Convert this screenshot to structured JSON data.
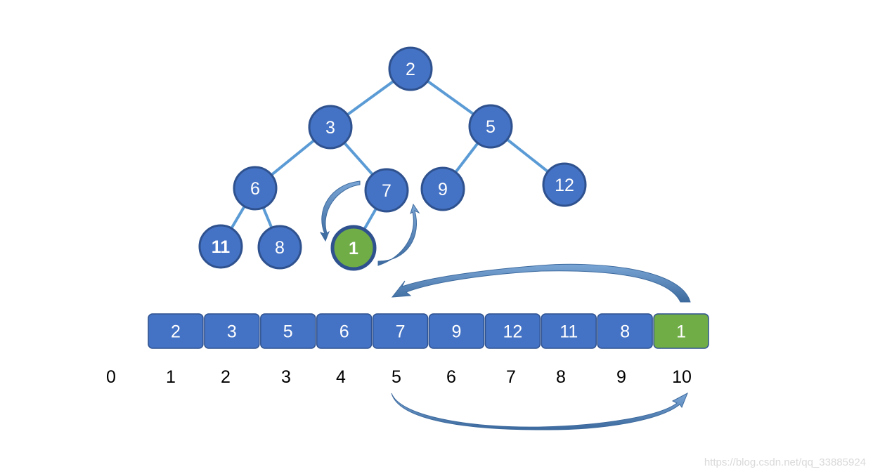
{
  "colors": {
    "node_fill": "#4472c4",
    "node_stroke": "#2f528f",
    "highlight_fill": "#70ad47",
    "edge": "#5b9bd5",
    "arrow": "#4a7cb0",
    "index_text": "#000000",
    "watermark": "#d9d9d9"
  },
  "tree": {
    "nodes": [
      {
        "id": "n2",
        "label": "2",
        "highlight": false,
        "bold": false
      },
      {
        "id": "n3",
        "label": "3",
        "highlight": false,
        "bold": false
      },
      {
        "id": "n5",
        "label": "5",
        "highlight": false,
        "bold": false
      },
      {
        "id": "n6",
        "label": "6",
        "highlight": false,
        "bold": false
      },
      {
        "id": "n7",
        "label": "7",
        "highlight": false,
        "bold": false
      },
      {
        "id": "n9",
        "label": "9",
        "highlight": false,
        "bold": false
      },
      {
        "id": "n12",
        "label": "12",
        "highlight": false,
        "bold": false
      },
      {
        "id": "n11",
        "label": "11",
        "highlight": false,
        "bold": true
      },
      {
        "id": "n8",
        "label": "8",
        "highlight": false,
        "bold": false
      },
      {
        "id": "n1",
        "label": "1",
        "highlight": true,
        "bold": true
      }
    ],
    "edges": [
      [
        "n2",
        "n3"
      ],
      [
        "n2",
        "n5"
      ],
      [
        "n3",
        "n6"
      ],
      [
        "n3",
        "n7"
      ],
      [
        "n5",
        "n9"
      ],
      [
        "n5",
        "n12"
      ],
      [
        "n6",
        "n11"
      ],
      [
        "n6",
        "n8"
      ],
      [
        "n7",
        "n1"
      ]
    ]
  },
  "array": {
    "cells": [
      {
        "label": "2",
        "highlight": false
      },
      {
        "label": "3",
        "highlight": false
      },
      {
        "label": "5",
        "highlight": false
      },
      {
        "label": "6",
        "highlight": false
      },
      {
        "label": "7",
        "highlight": false
      },
      {
        "label": "9",
        "highlight": false
      },
      {
        "label": "12",
        "highlight": false
      },
      {
        "label": "11",
        "highlight": false
      },
      {
        "label": "8",
        "highlight": false
      },
      {
        "label": "1",
        "highlight": true
      }
    ],
    "indices": [
      "0",
      "1",
      "2",
      "3",
      "4",
      "5",
      "6",
      "7",
      "8",
      "9",
      "10"
    ]
  },
  "watermark": "https://blog.csdn.net/qq_33885924"
}
